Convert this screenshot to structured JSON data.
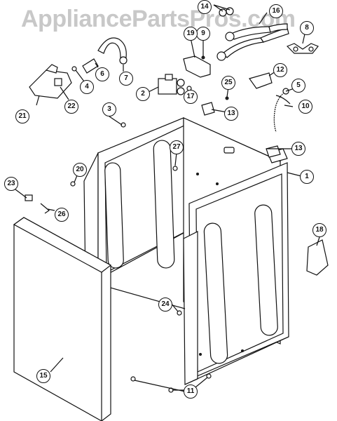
{
  "watermark": "AppliancePartsPros.com",
  "callouts": {
    "c1": "1",
    "c2": "2",
    "c3": "3",
    "c4": "4",
    "c5": "5",
    "c6": "6",
    "c7": "7",
    "c8": "8",
    "c9": "9",
    "c10": "10",
    "c11": "11",
    "c12": "12",
    "c13a": "13",
    "c13b": "13",
    "c14": "14",
    "c15": "15",
    "c16": "16",
    "c17": "17",
    "c18": "18",
    "c19": "19",
    "c20": "20",
    "c21": "21",
    "c22": "22",
    "c23": "23",
    "c24": "24",
    "c25": "25",
    "c26": "26",
    "c27": "27"
  },
  "colors": {
    "line": "#111111",
    "watermark": "#c8c8c8",
    "background": "#ffffff"
  }
}
